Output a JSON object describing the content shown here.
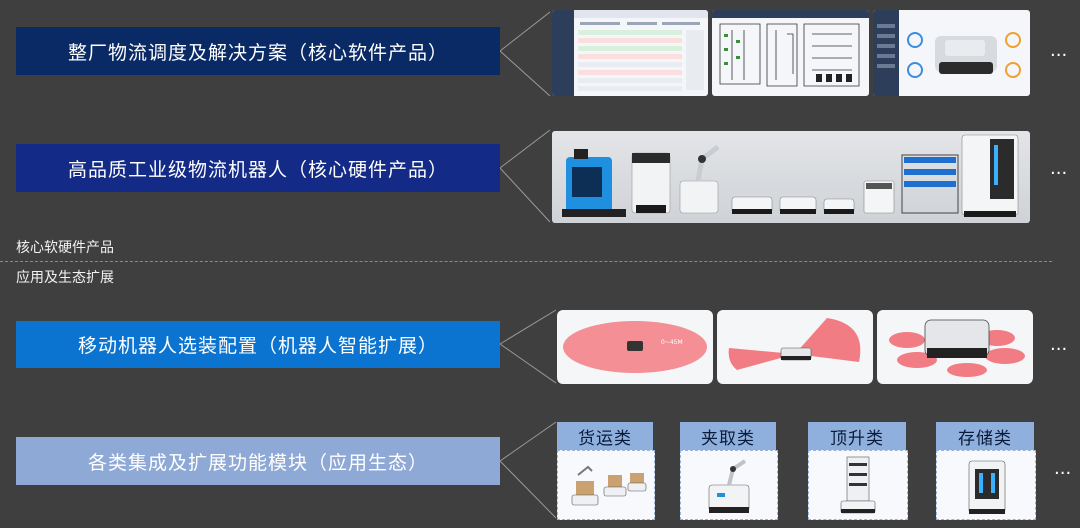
{
  "rows": [
    {
      "label": "整厂物流调度及解决方案（核心软件产品）"
    },
    {
      "label": "高品质工业级物流机器人（核心硬件产品）"
    },
    {
      "label": "移动机器人选装配置（机器人智能扩展）"
    },
    {
      "label": "各类集成及扩展功能模块（应用生态）"
    }
  ],
  "sections": {
    "top": "核心软硬件产品",
    "bottom": "应用及生态扩展"
  },
  "ellipsis": "...",
  "range_note": "0~45M",
  "categories": [
    {
      "label": "货运类"
    },
    {
      "label": "夹取类"
    },
    {
      "label": "顶升类"
    },
    {
      "label": "存储类"
    }
  ],
  "colors": {
    "background": "#3f3f3f",
    "row1": "#0a2a66",
    "row2": "#132a86",
    "row3": "#0b74d0",
    "row4": "#8fa9d6",
    "tag": "#8fb0dd",
    "sensor_zone": "#f27c84"
  }
}
